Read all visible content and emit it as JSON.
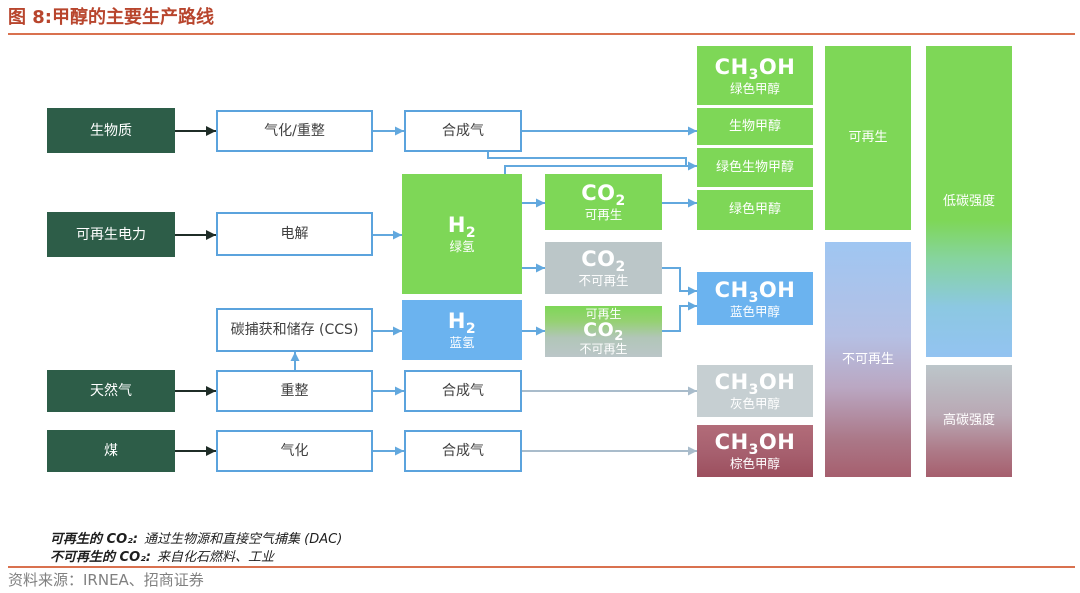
{
  "title": "图 8:甲醇的主要生产路线",
  "notes": [
    {
      "term": "可再生的 CO₂:",
      "desc": "通过生物源和直接空气捕集 (DAC)"
    },
    {
      "term": "不可再生的 CO₂:",
      "desc": "来自化石燃料、工业"
    }
  ],
  "source": "资料来源：IRNEA、招商证券",
  "formulas": {
    "methanol": {
      "main": "CH",
      "sub": "3",
      "tail": "OH"
    },
    "co2": {
      "main": "CO",
      "sub": "2"
    },
    "h2": {
      "main": "H",
      "sub": "2"
    }
  },
  "feedstocks": {
    "biomass": "生物质",
    "renewable_power": "可再生电力",
    "natural_gas": "天然气",
    "coal": "煤"
  },
  "processes": {
    "gasification_reforming": "气化/重整",
    "electrolysis": "电解",
    "ccs": "碳捕获和储存 (CCS)",
    "reforming": "重整",
    "gasification": "气化"
  },
  "intermediates": {
    "syngas_biomass": "合成气",
    "green_hydrogen": "绿氢",
    "blue_hydrogen": "蓝氢",
    "syngas_natural_gas": "合成气",
    "syngas_coal": "合成气"
  },
  "co2_sources": {
    "renewable": "可再生",
    "non_renewable": "不可再生",
    "mixed_top": "可再生",
    "mixed_bottom": "不可再生"
  },
  "methanol_types": {
    "green_top": "绿色甲醇",
    "bio": "生物甲醇",
    "green_bio": "绿色生物甲醇",
    "green": "绿色甲醇",
    "blue": "蓝色甲醇",
    "grey": "灰色甲醇",
    "brown": "棕色甲醇"
  },
  "renewability": {
    "renewable": "可再生",
    "non_renewable": "不可再生"
  },
  "carbon_intensity": {
    "low": "低碳强度",
    "high": "高碳强度"
  },
  "colors": {
    "title": "#b8452d",
    "rule": "#d9714f",
    "dark_green": "#2d5d48",
    "green": "#7ed757",
    "blue": "#6bb3ef",
    "grey": "#bbc6c8",
    "grey_light": "#c6cfd2",
    "mauve": "#a65f6e",
    "border": "#5ba3dd",
    "arrow_blue": "#62a8de",
    "arrow_grey": "#a9bccb",
    "arrow_dark": "#1f2d27"
  }
}
